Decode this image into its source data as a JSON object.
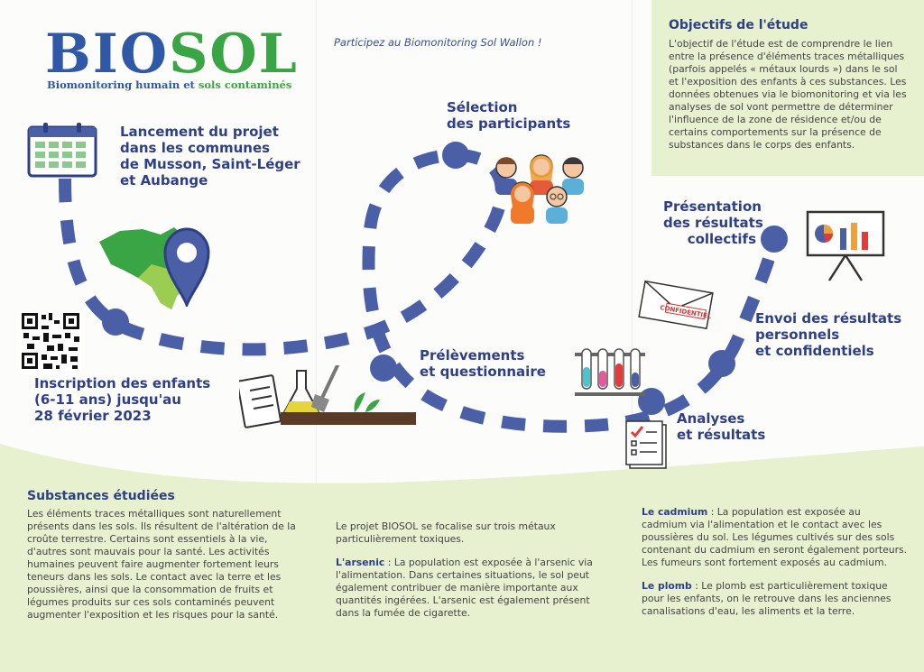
{
  "header": {
    "logo_letters": [
      "B",
      "I",
      "O",
      "S",
      "O",
      "L"
    ],
    "logo_sub_1": "Biomonitoring humain",
    "logo_sub_2": "et",
    "logo_sub_3": "sols contaminés",
    "tagline": "Participez au Biomonitoring Sol Wallon !"
  },
  "steps": {
    "launch": [
      "Lancement du projet",
      "dans les communes",
      "de Musson, Saint-Léger",
      "et Aubange"
    ],
    "inscription": [
      "Inscription des enfants",
      "(6-11 ans) jusqu'au",
      "28 février 2023"
    ],
    "selection": [
      "Sélection",
      "des participants"
    ],
    "sampling": [
      "Prélèvements",
      "et questionnaire"
    ],
    "analyses": [
      "Analyses",
      "et résultats"
    ],
    "sending": [
      "Envoi des résultats",
      "personnels",
      "et confidentiels"
    ],
    "presentation": [
      "Présentation",
      "des résultats",
      "collectifs"
    ]
  },
  "envelope_stamp": "CONFIDENTIEL",
  "objectives": {
    "title": "Objectifs de l'étude",
    "text": "L'objectif de l'étude est de comprendre le lien entre la présence d'éléments traces métalliques (parfois appelés « métaux lourds ») dans le sol et l'exposition des enfants à ces substances. Les données obtenues via le biomonitoring et via les analyses de sol vont permettre de déterminer l'influence de la zone de résidence et/ou de certains comportements sur la présence de substances dans le corps des enfants."
  },
  "substances": {
    "title": "Substances étudiées",
    "text": "Les éléments traces métalliques sont naturellement présents dans les sols. Ils résultent de l'altération de la croûte terrestre. Certains sont essentiels à la vie, d'autres sont mauvais pour la santé. Les activités humaines peuvent faire augmenter fortement leurs teneurs dans les sols. Le contact avec la terre et les poussières, ainsi que la consommation de fruits et légumes produits sur ces sols contaminés peuvent augmenter l'exposition et les risques pour la santé."
  },
  "metals": {
    "intro": "Le projet BIOSOL se focalise sur trois métaux particulièrement toxiques.",
    "arsenic_label": "L'arsenic",
    "arsenic_text": " : La population est exposée à l'arsenic via l'alimentation. Dans certaines situations, le sol peut également contribuer de manière importante aux quantités ingérées.  L'arsenic est également présent dans la fumée de cigarette.",
    "cadmium_label": "Le cadmium",
    "cadmium_text": " : La population est exposée au cadmium via l'alimentation et le contact avec les poussières du sol. Les légumes cultivés sur des sols contenant du cadmium en seront également porteurs. Les fumeurs sont fortement exposés au cadmium.",
    "lead_label": "Le plomb",
    "lead_text": " : Le plomb est particulièrement toxique pour les enfants, on le retrouve dans les anciennes canalisations d'eau, les aliments et la terre."
  },
  "colors": {
    "navy": "#2f3f84",
    "path": "#4a5fa6",
    "green": "#3aa545",
    "blue": "#2f58a6",
    "panel": "#e7f0cf"
  }
}
